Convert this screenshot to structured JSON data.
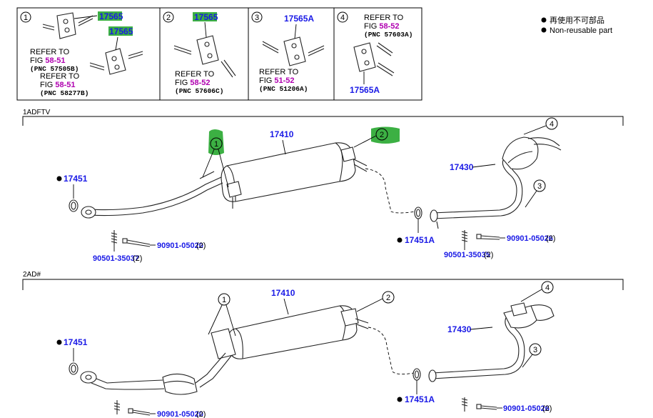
{
  "legend": {
    "chinese": "再使用不可部品",
    "english": "Non-reusable part"
  },
  "boxes": [
    {
      "circle": "1",
      "part_top": "17565",
      "part_second": "17565",
      "ref1_line1": "REFER TO",
      "ref1_fig_prefix": "FIG ",
      "ref1_fig": "58-51",
      "ref1_pnc": "(PNC 57505B)",
      "ref2_line1": "REFER TO",
      "ref2_fig_prefix": "FIG ",
      "ref2_fig": "58-51",
      "ref2_pnc": "(PNC 58277B)"
    },
    {
      "circle": "2",
      "part": "17565",
      "ref_line1": "REFER TO",
      "ref_fig_prefix": "FIG ",
      "ref_fig": "58-52",
      "ref_pnc": "(PNC 57606C)"
    },
    {
      "circle": "3",
      "part": "17565A",
      "ref_line1": "REFER TO",
      "ref_fig_prefix": "FIG ",
      "ref_fig": "51-52",
      "ref_pnc": "(PNC 51206A)"
    },
    {
      "circle": "4",
      "part": "17565A",
      "ref_line1": "REFER TO",
      "ref_fig_prefix": "FIG ",
      "ref_fig": "58-52",
      "ref_pnc": "(PNC 57603A)"
    }
  ],
  "sections": [
    {
      "title": "1ADFTV",
      "muffler": "17410",
      "gasket_left": "17451",
      "gasket_right": "17451A",
      "front_pipe": "17430",
      "bolt_left": "90901-05020",
      "bolt_left_qty": "(2)",
      "spring_left": "90501-35037",
      "spring_left_qty": "(2)",
      "bolt_right": "90901-05026",
      "bolt_right_qty": "(2)",
      "spring_right": "90501-35035",
      "spring_right_qty": "(2)",
      "c1": "1",
      "c2": "2",
      "c3": "3",
      "c4": "4"
    },
    {
      "title": "2AD#",
      "muffler": "17410",
      "gasket_left": "17451",
      "gasket_right": "17451A",
      "front_pipe": "17430",
      "bolt_left": "90901-05020",
      "bolt_left_qty": "(2)",
      "bolt_right": "90901-05026",
      "bolt_right_qty": "(2)",
      "c1": "1",
      "c2": "2",
      "c3": "3",
      "c4": "4"
    }
  ],
  "colors": {
    "part_number": "#1a1ae6",
    "fig_ref": "#b000b0",
    "highlight": "#3cb043"
  }
}
